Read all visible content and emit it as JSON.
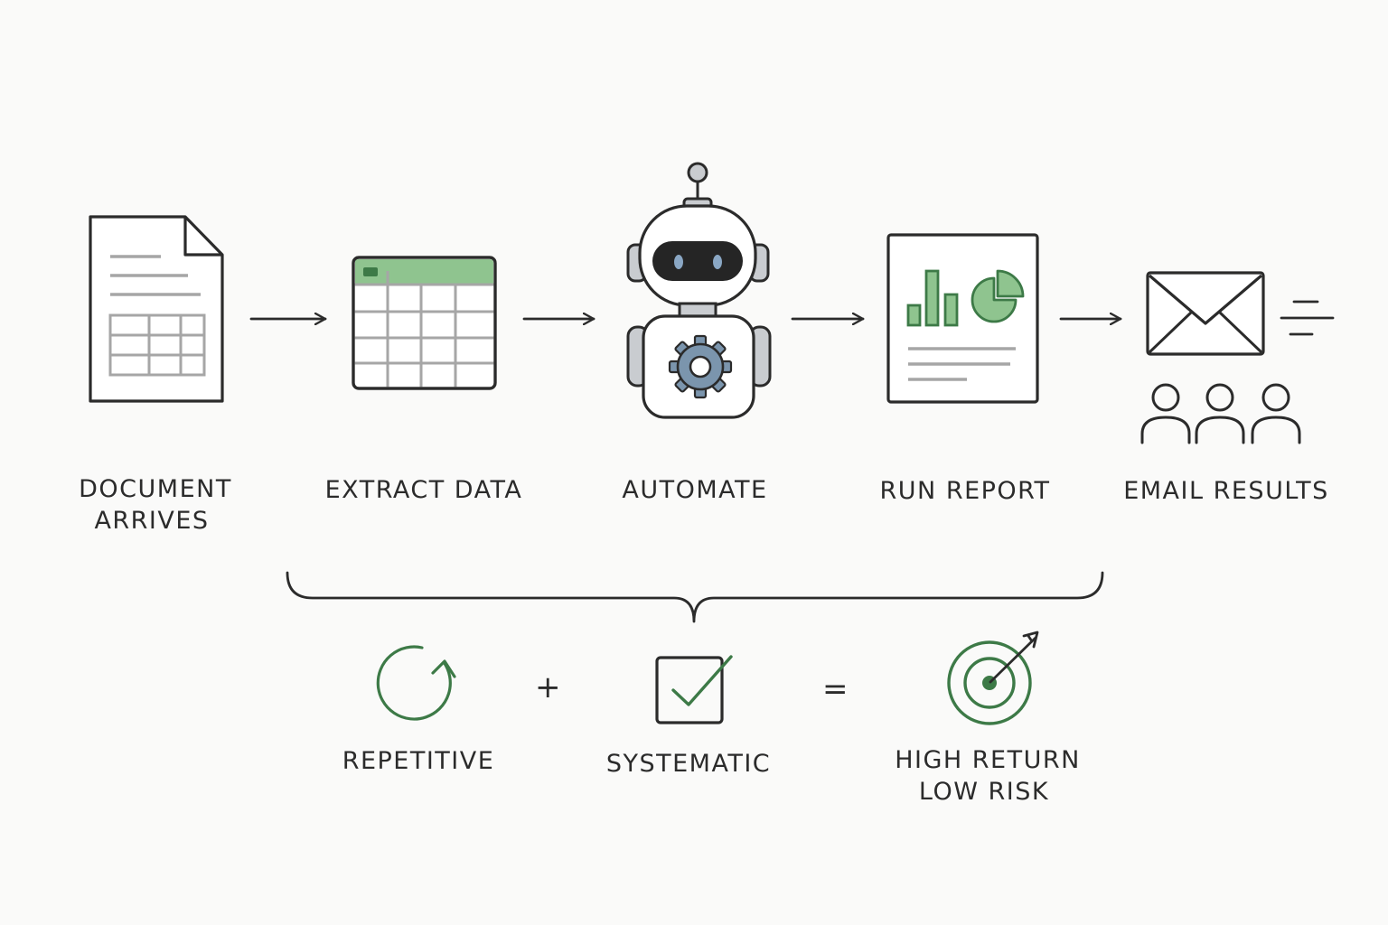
{
  "flow": {
    "steps": [
      {
        "id": "document",
        "label_lines": [
          "DOCUMENT",
          "ARRIVES"
        ],
        "icon": "document-icon"
      },
      {
        "id": "extract",
        "label_lines": [
          "EXTRACT DATA"
        ],
        "icon": "spreadsheet-icon"
      },
      {
        "id": "automate",
        "label_lines": [
          "AUTOMATE"
        ],
        "icon": "robot-icon"
      },
      {
        "id": "report",
        "label_lines": [
          "RUN REPORT"
        ],
        "icon": "report-icon"
      },
      {
        "id": "email",
        "label_lines": [
          "EMAIL RESULTS"
        ],
        "icon": "email-recipients-icon"
      }
    ]
  },
  "equation": {
    "terms": [
      {
        "label_lines": [
          "REPETITIVE"
        ],
        "icon": "refresh-icon"
      },
      {
        "label_lines": [
          "SYSTEMATIC"
        ],
        "icon": "checkbox-icon"
      },
      {
        "label_lines": [
          "HIGH RETURN",
          "LOW RISK"
        ],
        "icon": "target-icon"
      }
    ],
    "operators": [
      "+",
      "="
    ]
  },
  "colors": {
    "ink": "#2b2b2b",
    "green": "#3d7a47",
    "green_fill": "#8fc48f",
    "gray_line": "#a6a6a6",
    "robot_gray": "#c9ccd0",
    "visor": "#252525",
    "eye_blue": "#8aa7c4",
    "gear_blue": "#7b95ad"
  }
}
